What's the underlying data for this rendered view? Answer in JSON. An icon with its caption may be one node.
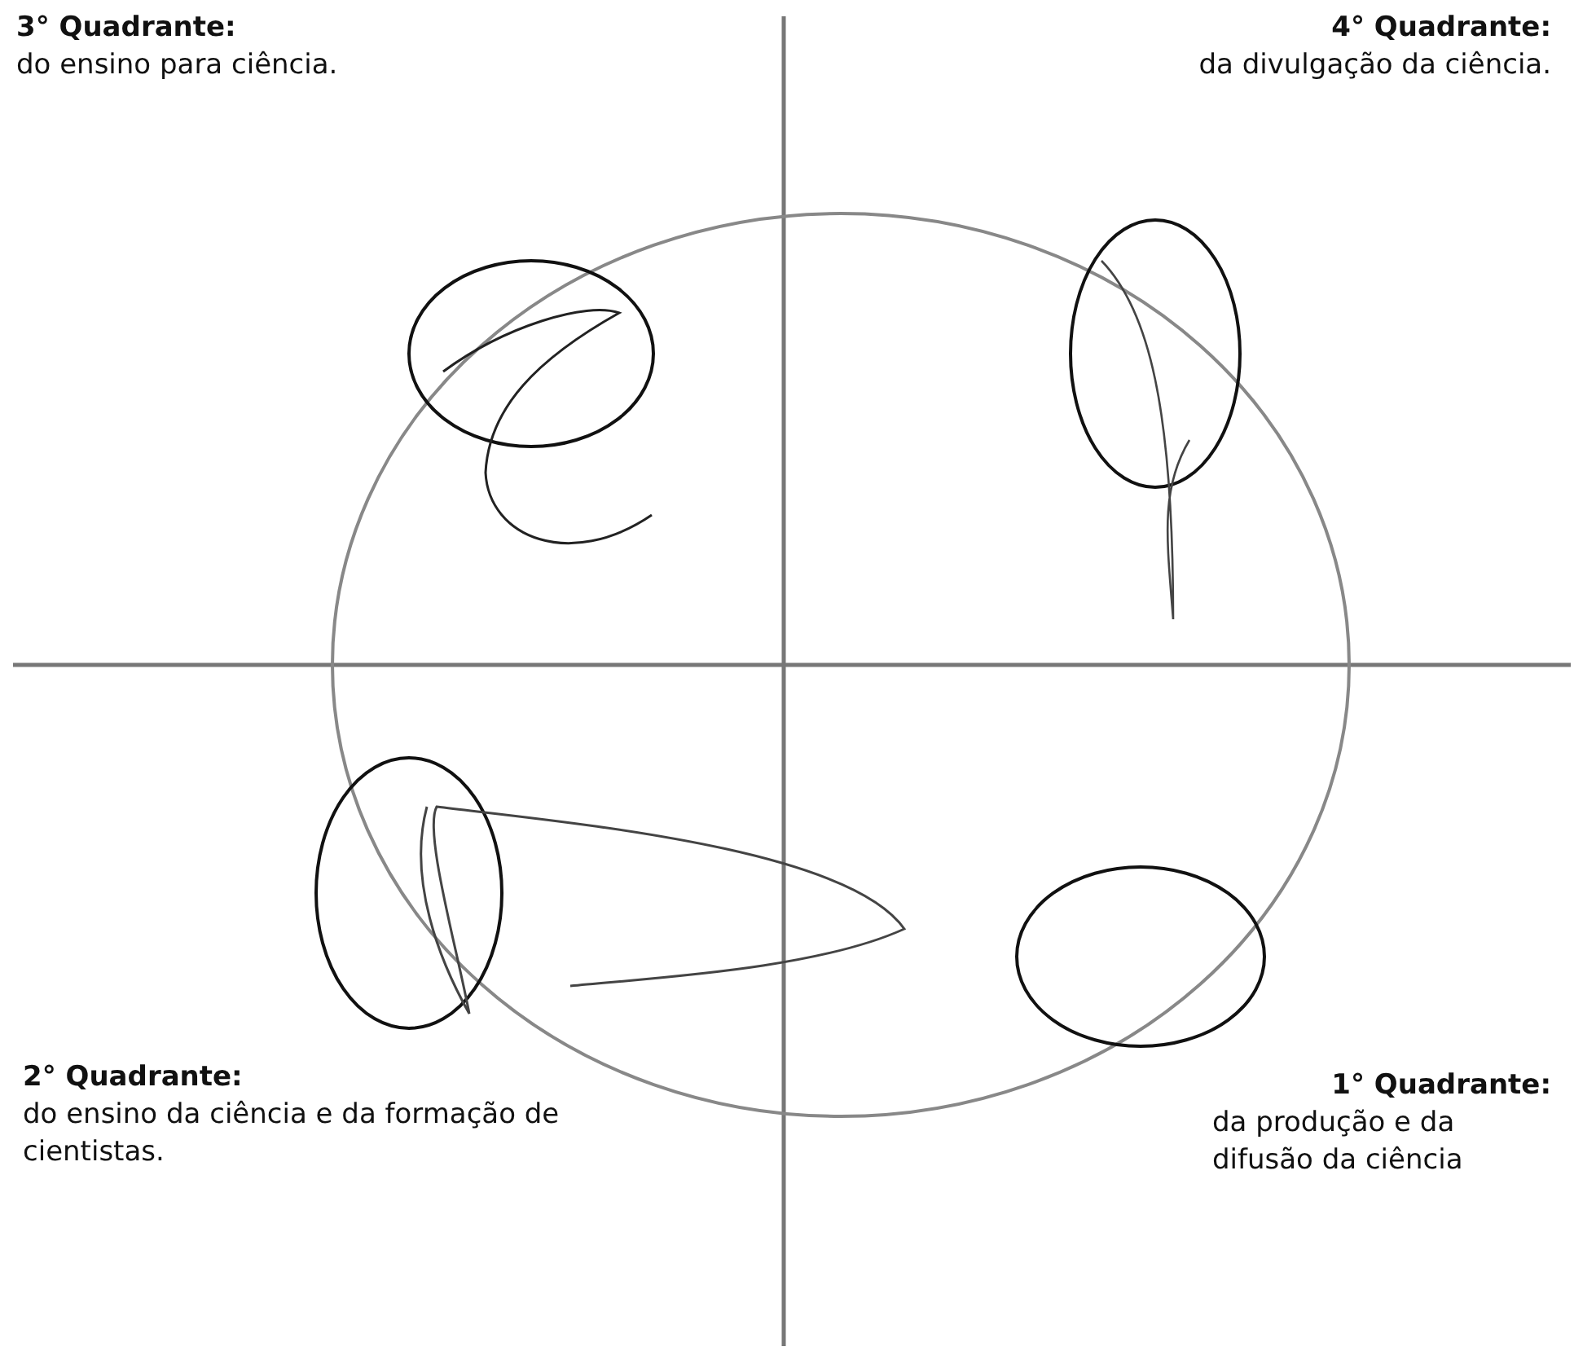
{
  "diagram": {
    "labels": [
      "3° Quadrante:",
      "do ensino para ciência.",
      "4° Quadrante:",
      "da divulgação da ciência.",
      "2° Quadrante:",
      "do ensino da ciência e da formação de cientistas.",
      "1° Quadrante:",
      "da produção e da difusão da ciência"
    ]
  }
}
